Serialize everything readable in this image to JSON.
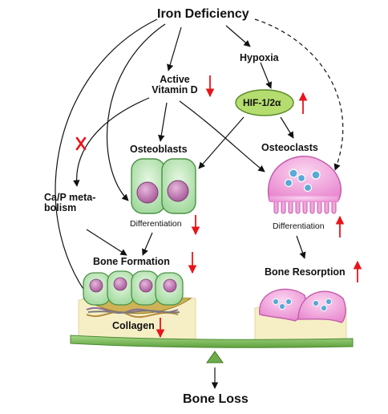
{
  "diagram": {
    "top": "Iron Deficiency",
    "hypoxia": "Hypoxia",
    "vitamin_d": "Active Vitamin D",
    "hif": "HIF-1/2α",
    "osteoblasts": "Osteoblasts",
    "osteoclasts": "Osteoclasts",
    "ca_p": "Ca/P meta-bolism",
    "ob_diff": "Differentiation",
    "oc_diff": "Differentiation",
    "bone_formation": "Bone Formation",
    "bone_resorption": "Bone Resorption",
    "collagen": "Collagen",
    "bottom": "Bone Loss"
  },
  "indicators": {
    "vitamin_d": "down",
    "hif": "up",
    "ob_diff": "down",
    "oc_diff": "up",
    "bone_formation": "down",
    "bone_resorption": "up",
    "collagen": "down",
    "ca_p_pathway": "blocked"
  },
  "colors": {
    "indicator": "#e8141b",
    "osteoblast_fill": "#c8ecc4",
    "osteoblast_nucleus": "#c37fb5",
    "osteoclast_fill": "#f2a6dd",
    "osteoclast_nuclei": "#5aa9d6",
    "hif_fill": "#b4dc6e",
    "bone_tissue": "#f6efc6",
    "balance_beam": "#7dbb5a"
  }
}
